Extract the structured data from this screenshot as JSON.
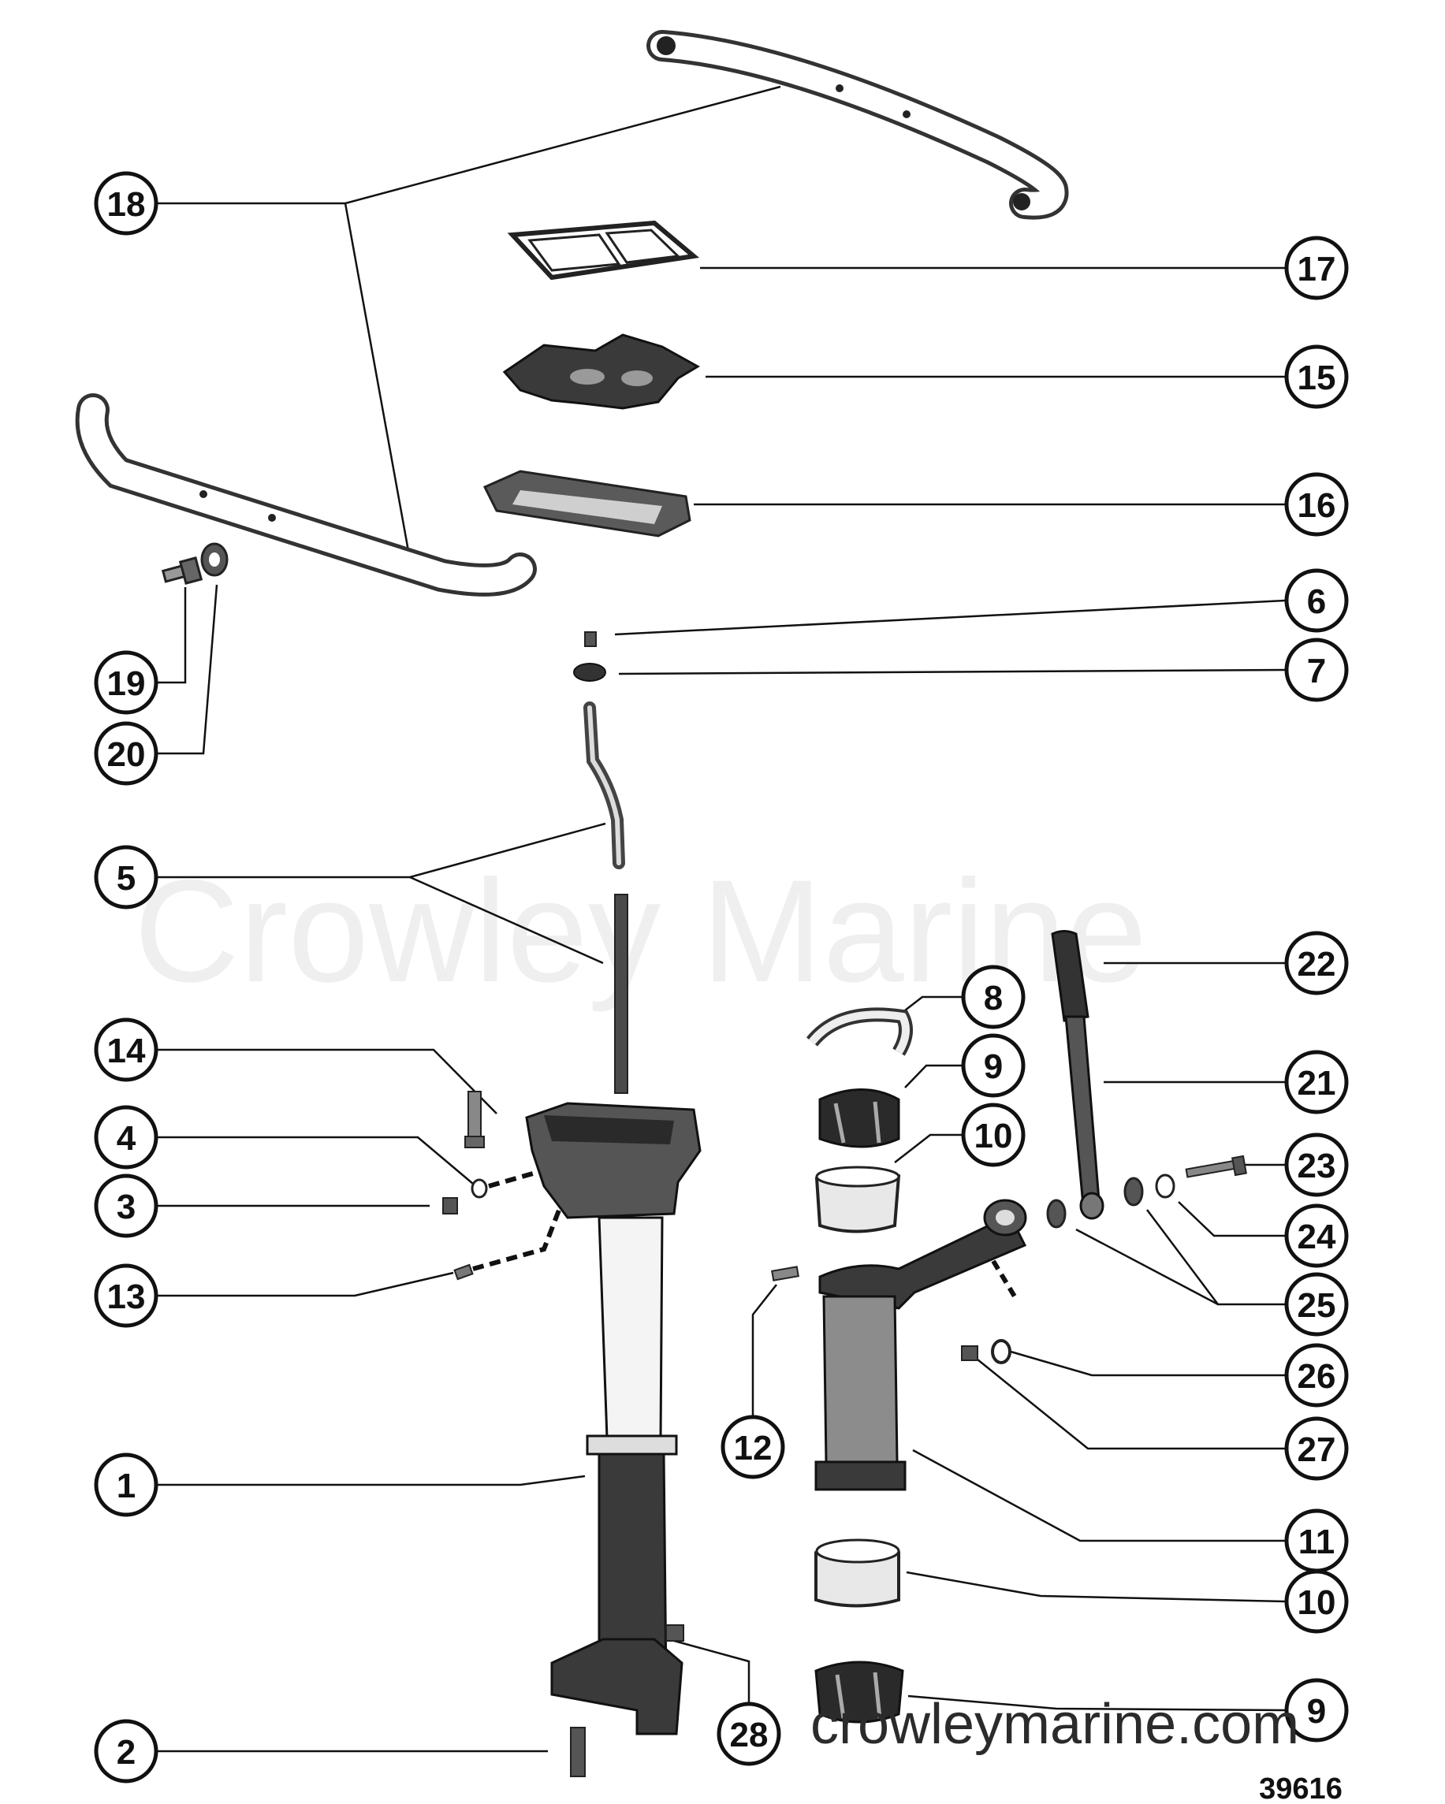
{
  "watermark_text": "Crowley Marine",
  "website_text": "crowleymarine.com",
  "figure_number": "39616",
  "callouts": [
    {
      "label": "18"
    },
    {
      "label": "17"
    },
    {
      "label": "15"
    },
    {
      "label": "16"
    },
    {
      "label": "19"
    },
    {
      "label": "20"
    },
    {
      "label": "6"
    },
    {
      "label": "7"
    },
    {
      "label": "5"
    },
    {
      "label": "22"
    },
    {
      "label": "8"
    },
    {
      "label": "14"
    },
    {
      "label": "9"
    },
    {
      "label": "21"
    },
    {
      "label": "4"
    },
    {
      "label": "10"
    },
    {
      "label": "23"
    },
    {
      "label": "3"
    },
    {
      "label": "24"
    },
    {
      "label": "13"
    },
    {
      "label": "25"
    },
    {
      "label": "12"
    },
    {
      "label": "26"
    },
    {
      "label": "27"
    },
    {
      "label": "1"
    },
    {
      "label": "11"
    },
    {
      "label": "10"
    },
    {
      "label": "9"
    },
    {
      "label": "2"
    },
    {
      "label": "28"
    }
  ]
}
